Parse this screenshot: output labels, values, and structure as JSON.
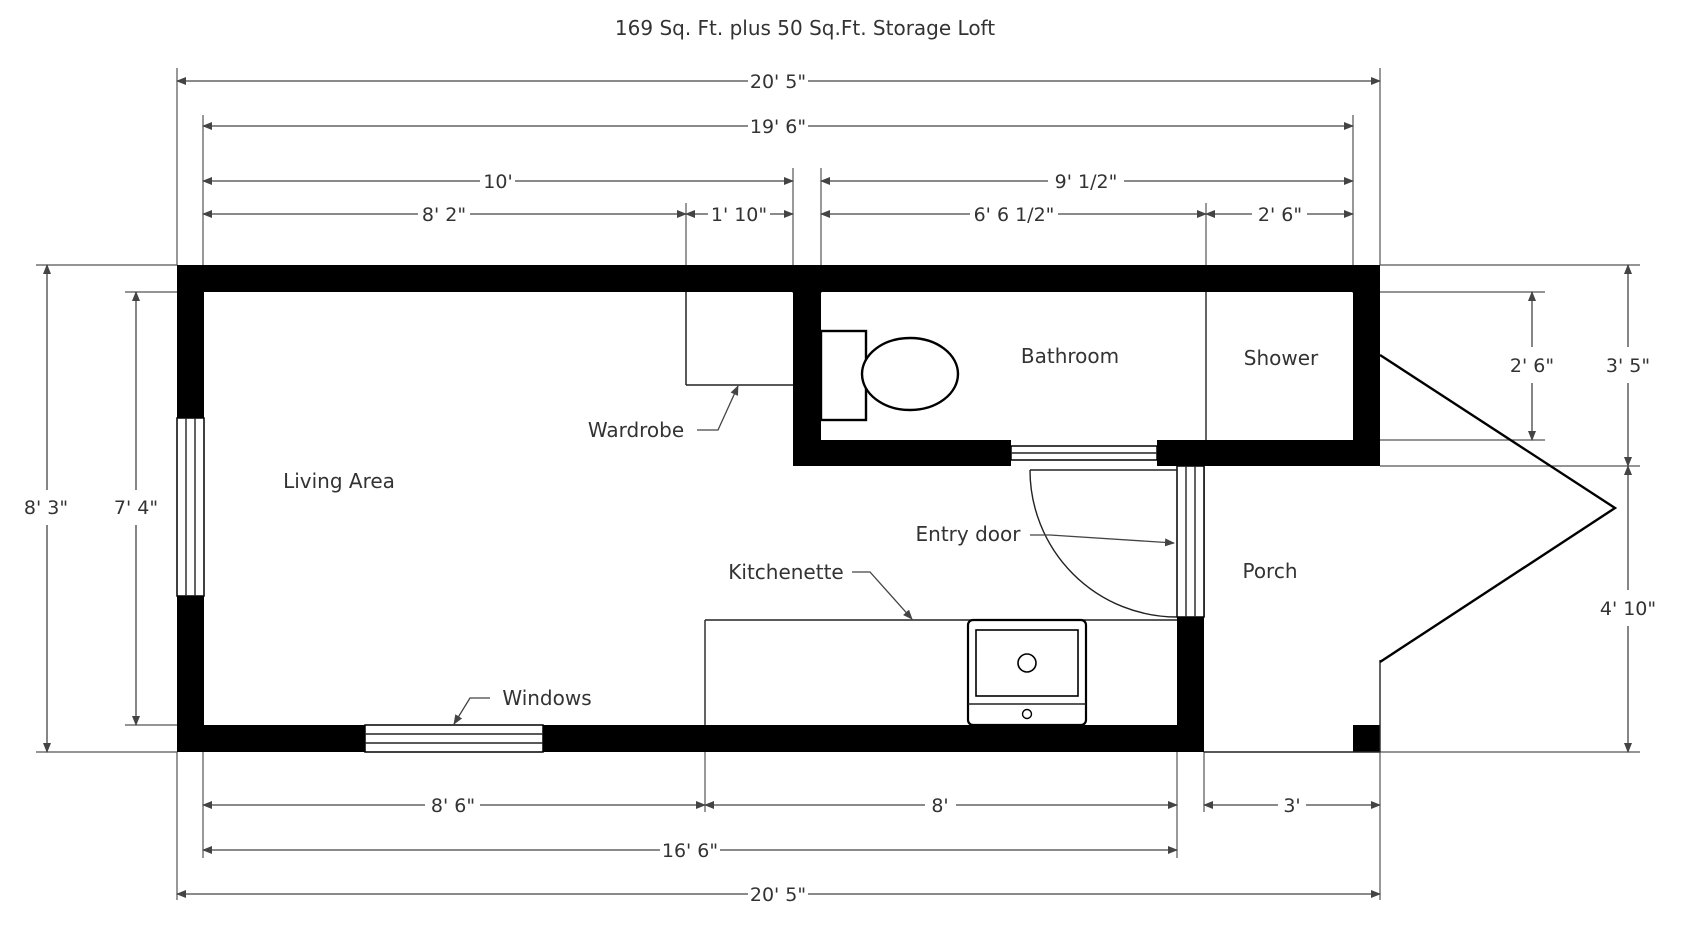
{
  "title": "169 Sq. Ft. plus 50 Sq.Ft. Storage Loft",
  "rooms": {
    "living": "Living Area",
    "bathroom": "Bathroom",
    "shower": "Shower",
    "porch": "Porch"
  },
  "callouts": {
    "wardrobe": "Wardrobe",
    "entry_door": "Entry door",
    "kitchenette": "Kitchenette",
    "windows": "Windows"
  },
  "dimensions": {
    "top_overall": "20' 5\"",
    "interior": "19' 6\"",
    "left_section": "10'",
    "right_section": "9' 1/2\"",
    "living_width": "8' 2\"",
    "wardrobe_width": "1' 10\"",
    "bath_width": "6' 6 1/2\"",
    "shower_width": "2' 6\"",
    "bottom_living": "8' 6\"",
    "kitchen_width": "8'",
    "porch_width": "3'",
    "bottom_interior": "16' 6\"",
    "bottom_overall": "20' 5\"",
    "overall_depth": "8' 3\"",
    "interior_depth": "7' 4\"",
    "shower_depth": "2' 6\"",
    "bath_depth": "3' 5\"",
    "porch_depth": "4' 10\""
  }
}
